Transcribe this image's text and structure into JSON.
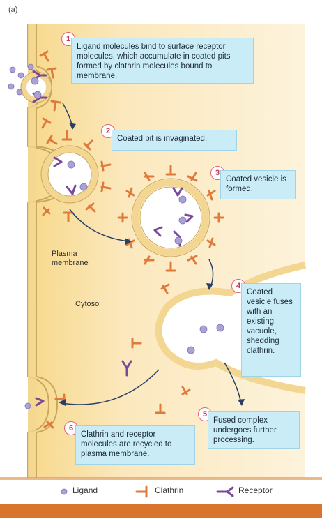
{
  "panel_label": "(a)",
  "steps": [
    {
      "num": "1",
      "text": "Ligand molecules bind to surface receptor molecules, which accumulate in coated pits formed by clathrin molecules bound to membrane."
    },
    {
      "num": "2",
      "text": "Coated pit is invaginated."
    },
    {
      "num": "3",
      "text": "Coated vesicle is formed."
    },
    {
      "num": "4",
      "text": "Coated vesicle fuses with an existing vacuole, shedding clathrin."
    },
    {
      "num": "5",
      "text": "Fused complex undergoes further processing."
    },
    {
      "num": "6",
      "text": "Clathrin and receptor molecules are recycled to plasma membrane."
    }
  ],
  "labels": {
    "plasma_membrane": "Plasma membrane",
    "cytosol": "Cytosol"
  },
  "legend": {
    "ligand": "Ligand",
    "clathrin": "Clathrin",
    "receptor": "Receptor"
  },
  "colors": {
    "background": "#fbe7b5",
    "membrane": "#f3d691",
    "membrane_edge": "#c9a75c",
    "clathrin": "#e07a3c",
    "receptor": "#7a4a9a",
    "ligand": "#a9a2d6",
    "callout": "#c9ecf6",
    "step_ring": "#e0607a",
    "highlight_circle": "#cc2222"
  }
}
